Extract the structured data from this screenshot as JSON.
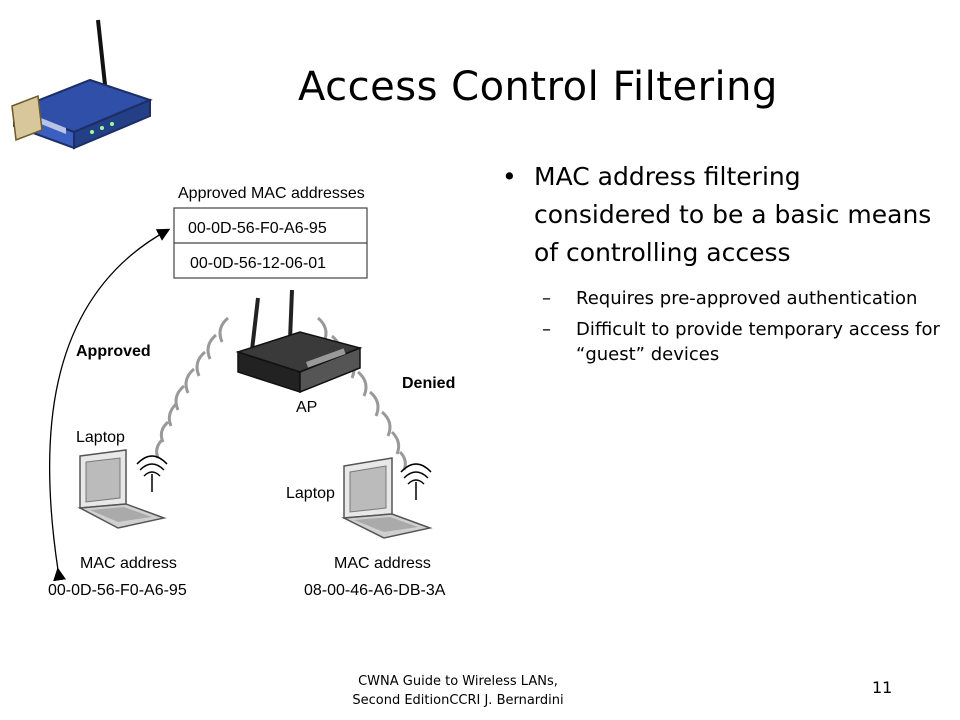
{
  "slide": {
    "title": "Access Control Filtering",
    "bullet": "MAC address filtering considered to be a basic means of controlling access",
    "sub_bullets": [
      "Requires pre-approved authentication",
      "Difficult to provide temporary access for “guest” devices"
    ],
    "footer_line1": "CWNA Guide to Wireless LANs,",
    "footer_line2": "Second EditionCCRI    J. Bernardini",
    "page_number": "11"
  },
  "diagram": {
    "approved_header": "Approved MAC addresses",
    "approved_list": [
      "00-0D-56-F0-A6-95",
      "00-0D-56-12-06-01"
    ],
    "approved_label": "Approved",
    "denied_label": "Denied",
    "ap_label": "AP",
    "laptop1_label": "Laptop",
    "laptop2_label": "Laptop",
    "mac_label_1": "MAC address",
    "mac_value_1": "00-0D-56-F0-A6-95",
    "mac_label_2": "MAC address",
    "mac_value_2": "08-00-46-A6-DB-3A"
  },
  "icons": [
    "router-logo-icon",
    "access-point-icon",
    "laptop-icon",
    "antenna-icon"
  ]
}
